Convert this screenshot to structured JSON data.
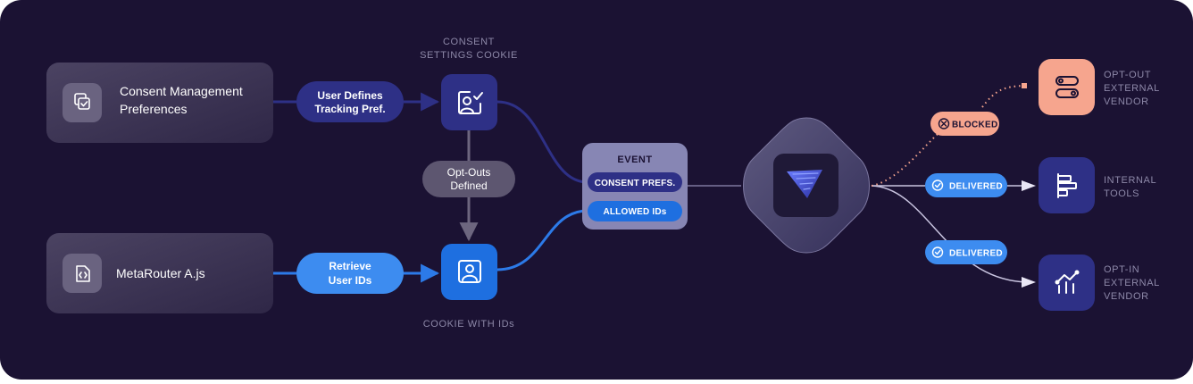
{
  "colors": {
    "background": "#1b1233",
    "navy": "#2e3086",
    "blue": "#1e6fe0",
    "light_blue": "#3d8cf0",
    "salmon": "#f6a58e",
    "gray_pill": "#5d5670"
  },
  "sources": {
    "cmp": {
      "label_line1": "Consent Management",
      "label_line2": "Preferences",
      "icon": "copy-check-icon"
    },
    "ajs": {
      "label": "MetaRouter A.js",
      "icon": "file-code-icon"
    }
  },
  "steps": {
    "user_defines": {
      "line1": "User Defines",
      "line2": "Tracking Pref."
    },
    "retrieve": {
      "line1": "Retrieve",
      "line2": "User IDs"
    },
    "opt_outs": {
      "line1": "Opt-Outs",
      "line2": "Defined"
    }
  },
  "cookies": {
    "consent": {
      "caption_line1": "CONSENT",
      "caption_line2": "SETTINGS COOKIE",
      "icon": "user-check-icon"
    },
    "ids": {
      "caption": "COOKIE WITH IDs",
      "icon": "user-id-icon"
    }
  },
  "event": {
    "title": "EVENT",
    "consent_prefs": "CONSENT PREFS.",
    "allowed_ids": "ALLOWED IDs"
  },
  "hub": {
    "icon": "metarouter-logo-icon"
  },
  "badges": {
    "blocked": "BLOCKED",
    "delivered_1": "DELIVERED",
    "delivered_2": "DELIVERED"
  },
  "destinations": {
    "opt_out": {
      "line1": "OPT-OUT",
      "line2": "EXTERNAL",
      "line3": "VENDOR",
      "icon": "toggles-icon"
    },
    "internal": {
      "line1": "INTERNAL",
      "line2": "TOOLS",
      "icon": "bars-icon"
    },
    "opt_in": {
      "line1": "OPT-IN",
      "line2": "EXTERNAL",
      "line3": "VENDOR",
      "icon": "chart-icon"
    }
  }
}
